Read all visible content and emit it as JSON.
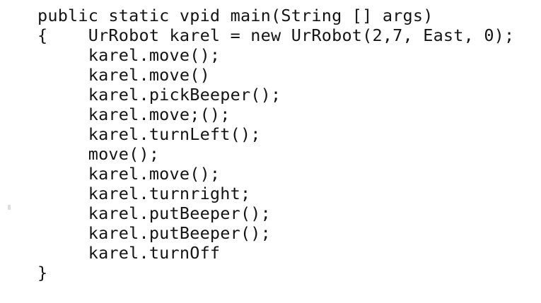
{
  "document": {
    "type": "scanned-code-listing",
    "language": "Java",
    "background_color": "#ffffff",
    "text_color": "#141414",
    "code_lines": [
      "public static vpid main(String [] args)",
      "{    UrRobot karel = new UrRobot(2,7, East, 0);",
      "     karel.move();",
      "     karel.move()",
      "     karel.pickBeeper();",
      "     karel.move;();",
      "     karel.turnLeft();",
      "     move();",
      "     karel.move();",
      "     karel.turnright;",
      "     karel.putBeeper();",
      "     karel.putBeeper();",
      "     karel.turnOff",
      "}"
    ],
    "artifacts": {
      "scan_speck": "scan-speck"
    }
  }
}
